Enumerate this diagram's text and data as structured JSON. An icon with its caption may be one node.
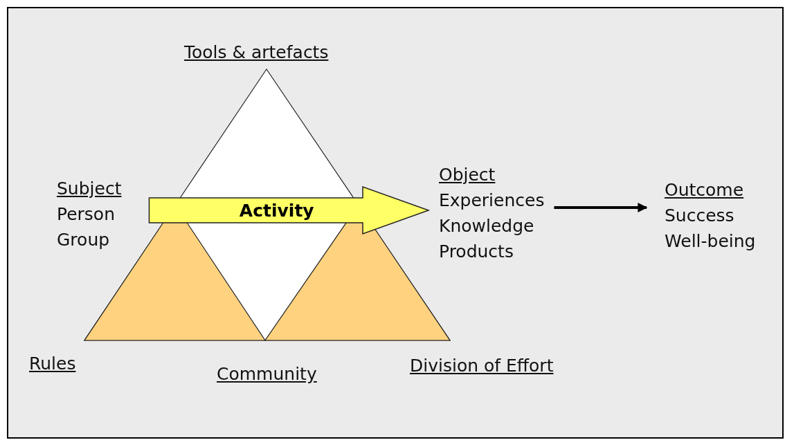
{
  "diagram": {
    "nodes": [
      {
        "text": [
          "Tools & artefacts"
        ]
      },
      {
        "text": [
          "Subject",
          "Person",
          "Group"
        ]
      },
      {
        "text": [
          "Object",
          "Experiences",
          "Knowledge",
          "Products"
        ]
      },
      {
        "text": [
          "Outcome",
          "Success",
          "Well-being"
        ]
      },
      {
        "text": [
          "Rules"
        ]
      },
      {
        "text": [
          "Community"
        ]
      },
      {
        "text": [
          "Division of Effort"
        ]
      }
    ],
    "edges": [
      {
        "from": 1,
        "to": 2,
        "arrow": "to",
        "label": "Activity",
        "style": "thick",
        "color": "#ffff66"
      },
      {
        "from": 2,
        "to": 3,
        "arrow": "to"
      }
    ]
  }
}
